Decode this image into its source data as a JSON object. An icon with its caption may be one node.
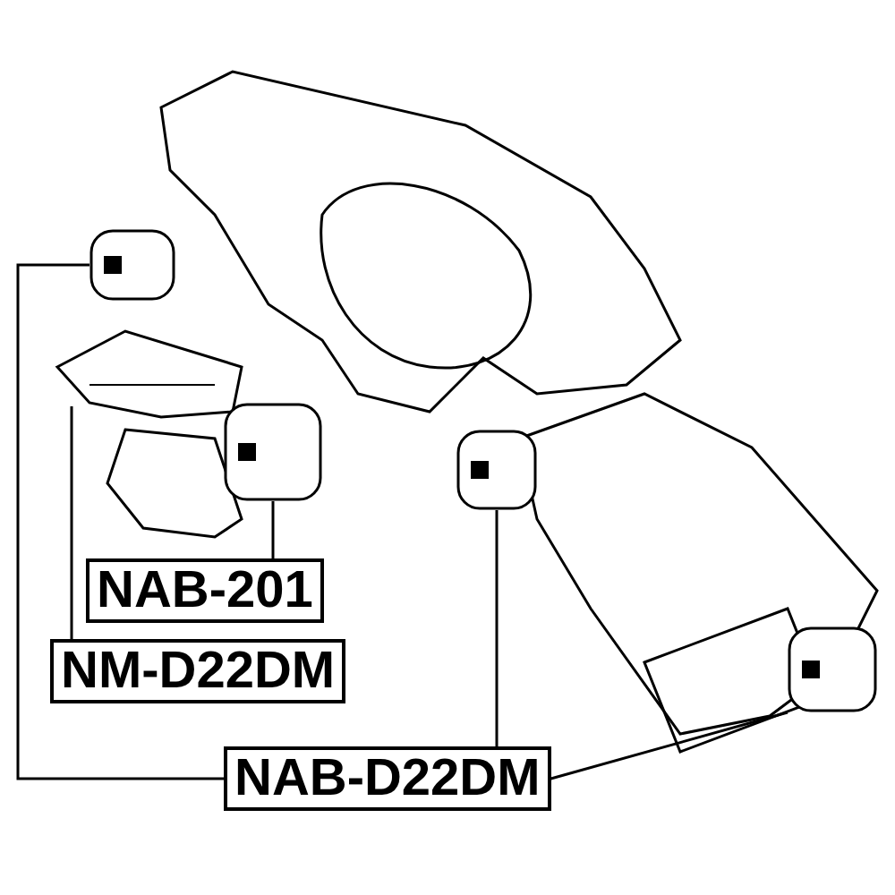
{
  "diagram": {
    "nodes": [
      {
        "text": [],
        "shape": "picture"
      },
      {
        "text": [],
        "shape": "picture"
      },
      {
        "text": [],
        "shape": "picture"
      },
      {
        "text": [],
        "shape": "picture"
      },
      {
        "text": [],
        "shape": "picture"
      },
      {
        "text": [
          "NAB-201"
        ]
      },
      {
        "text": [
          "NM-D22DM"
        ]
      },
      {
        "text": [
          "NAB-D22DM"
        ]
      }
    ],
    "edges": [
      {
        "from": 5,
        "to": 2,
        "arrow": "none"
      },
      {
        "from": 6,
        "to": 1,
        "arrow": "none"
      },
      {
        "from": 7,
        "to": 0,
        "arrow": "none"
      },
      {
        "from": 7,
        "to": 3,
        "arrow": "none"
      },
      {
        "from": 7,
        "to": 4,
        "arrow": "none"
      }
    ]
  }
}
